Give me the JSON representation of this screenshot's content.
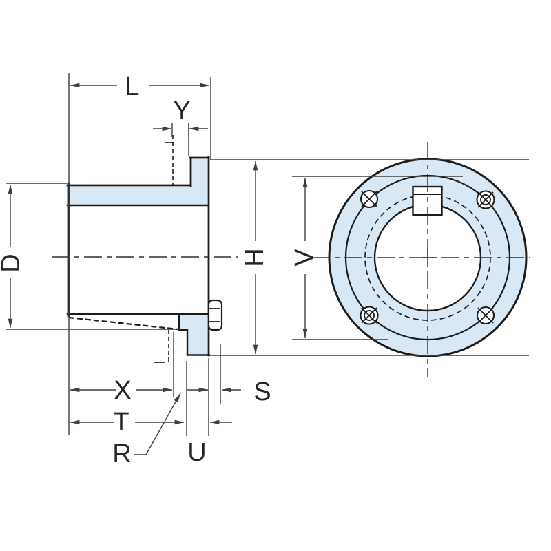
{
  "dimensions": {
    "L": "L",
    "Y": "Y",
    "D": "D",
    "H": "H",
    "V": "V",
    "X": "X",
    "T": "T",
    "R": "R",
    "U": "U",
    "S": "S"
  },
  "colors": {
    "background": "#ffffff",
    "part_fill": "#d8e8f4",
    "outline_color": "#1c1c1c",
    "dimension_line_color": "#3f3f3f",
    "label_color": "#262626"
  }
}
